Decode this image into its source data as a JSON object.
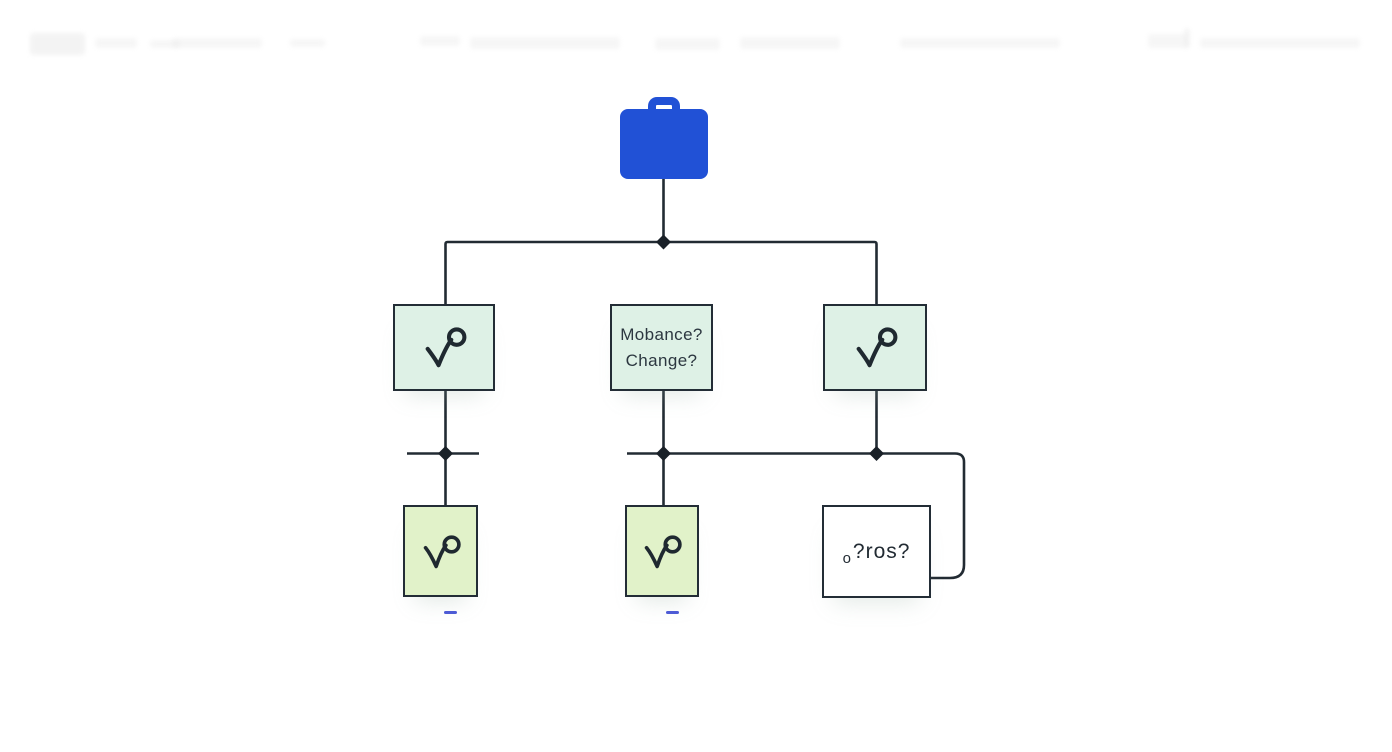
{
  "colors": {
    "accent_blue": "#2151d6",
    "mint_fill": "#def1e6",
    "green_fill": "#e1f2c9",
    "line_color": "#222b33",
    "text_color": "#2c3740",
    "dash_blue": "#3a49d0"
  },
  "icons": {
    "root": "briefcase-icon",
    "branch_left": "scribble-check-icon",
    "branch_right": "scribble-check-icon",
    "leaf_left": "scribble-check-icon",
    "leaf_middle": "scribble-check-icon"
  },
  "nodes": {
    "branch_middle": {
      "label_line1": "Mobance?",
      "label_line2": "Change?"
    },
    "leaf_right": {
      "label_prefix": "o",
      "label_rest": "?ros?"
    }
  }
}
